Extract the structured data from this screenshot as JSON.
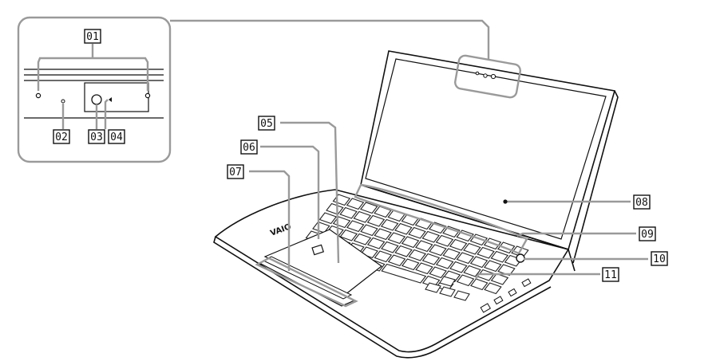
{
  "callouts": [
    {
      "id": "c01",
      "label": "01"
    },
    {
      "id": "c02",
      "label": "02"
    },
    {
      "id": "c03",
      "label": "03"
    },
    {
      "id": "c04",
      "label": "04"
    },
    {
      "id": "c05",
      "label": "05"
    },
    {
      "id": "c06",
      "label": "06"
    },
    {
      "id": "c07",
      "label": "07"
    },
    {
      "id": "c08",
      "label": "08"
    },
    {
      "id": "c09",
      "label": "09"
    },
    {
      "id": "c10",
      "label": "10"
    },
    {
      "id": "c11",
      "label": "11"
    }
  ],
  "logo_text": "VAIO",
  "colors": {
    "line": "#111111",
    "leader": "#9a9a9a",
    "background": "#ffffff"
  }
}
